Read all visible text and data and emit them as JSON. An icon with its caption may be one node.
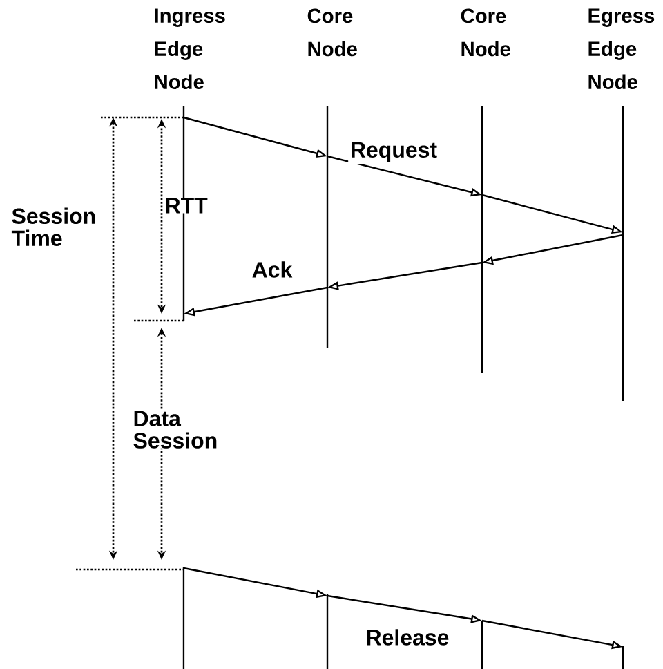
{
  "diagram": {
    "nodes": [
      {
        "text": [
          "Ingress Edge Node"
        ]
      },
      {
        "text": [
          "Core Node"
        ]
      },
      {
        "text": [
          "Core Node"
        ]
      },
      {
        "text": [
          "Egress Edge Node"
        ]
      }
    ],
    "edges": [
      {
        "from": 0,
        "to": 1,
        "arrow": "to"
      },
      {
        "from": 1,
        "to": 2,
        "arrow": "to",
        "label": "Request"
      },
      {
        "from": 2,
        "to": 3,
        "arrow": "to"
      },
      {
        "from": 3,
        "to": 2,
        "arrow": "to"
      },
      {
        "from": 2,
        "to": 1,
        "arrow": "to"
      },
      {
        "from": 1,
        "to": 0,
        "arrow": "to",
        "label": "Ack"
      },
      {
        "from": 0,
        "to": 1,
        "arrow": "to"
      },
      {
        "from": 1,
        "to": 2,
        "arrow": "to",
        "label": "Release"
      },
      {
        "from": 2,
        "to": 3,
        "arrow": "to"
      }
    ],
    "labels": [
      "Session Time",
      "RTT",
      "Data Session"
    ]
  }
}
